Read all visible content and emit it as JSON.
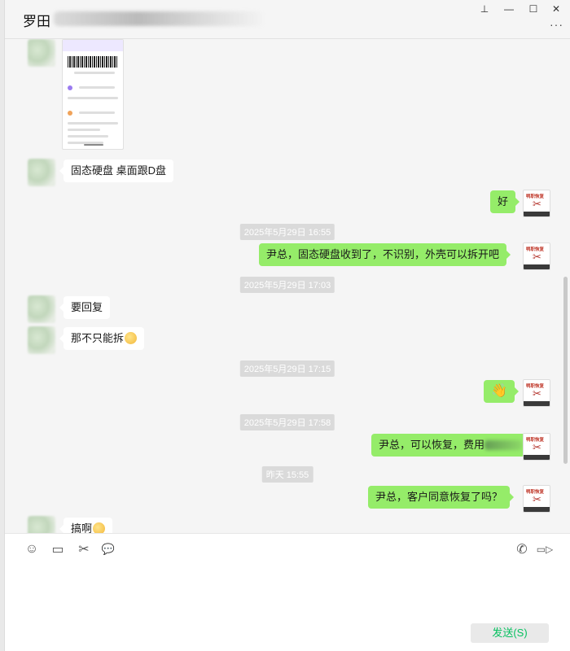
{
  "window": {
    "title": "罗田",
    "pin_glyph": "⊥",
    "minimize_glyph": "—",
    "maximize_glyph": "☐",
    "close_glyph": "✕",
    "more_glyph": "···"
  },
  "messages": [
    {
      "side": "in",
      "type": "image"
    },
    {
      "side": "in",
      "text": "固态硬盘 桌面跟D盘"
    },
    {
      "side": "out",
      "text": "好"
    },
    {
      "side": "ts",
      "text": "2025年5月29日 16:55"
    },
    {
      "side": "out",
      "text": "尹总，固态硬盘收到了，不识别，外壳可以拆开吧"
    },
    {
      "side": "ts",
      "text": "2025年5月29日 17:03"
    },
    {
      "side": "in",
      "text": "要回复"
    },
    {
      "side": "in",
      "text": "那不只能拆"
    },
    {
      "side": "ts",
      "text": "2025年5月29日 17:15"
    },
    {
      "side": "out",
      "text": "👋"
    },
    {
      "side": "ts",
      "text": "2025年5月29日 17:58"
    },
    {
      "side": "out",
      "text": "尹总，可以恢复，费用"
    },
    {
      "side": "ts",
      "text": "昨天 15:55"
    },
    {
      "side": "out",
      "text": "尹总，客户同意恢复了吗？"
    },
    {
      "side": "in",
      "text": "搞啊"
    }
  ],
  "avatar_right": {
    "label": "鸭职恢复",
    "glyph": "✂"
  },
  "toolbar": {
    "emoji_glyph": "☺",
    "folder_glyph": "▭",
    "scissors_glyph": "✂",
    "chat_glyph": "💬",
    "phone_glyph": "✆",
    "video_glyph": "▭▷"
  },
  "send_label": "发送(S)",
  "colors": {
    "bubble_out": "#95ec69",
    "bubble_in": "#ffffff",
    "send_text": "#07c160"
  }
}
